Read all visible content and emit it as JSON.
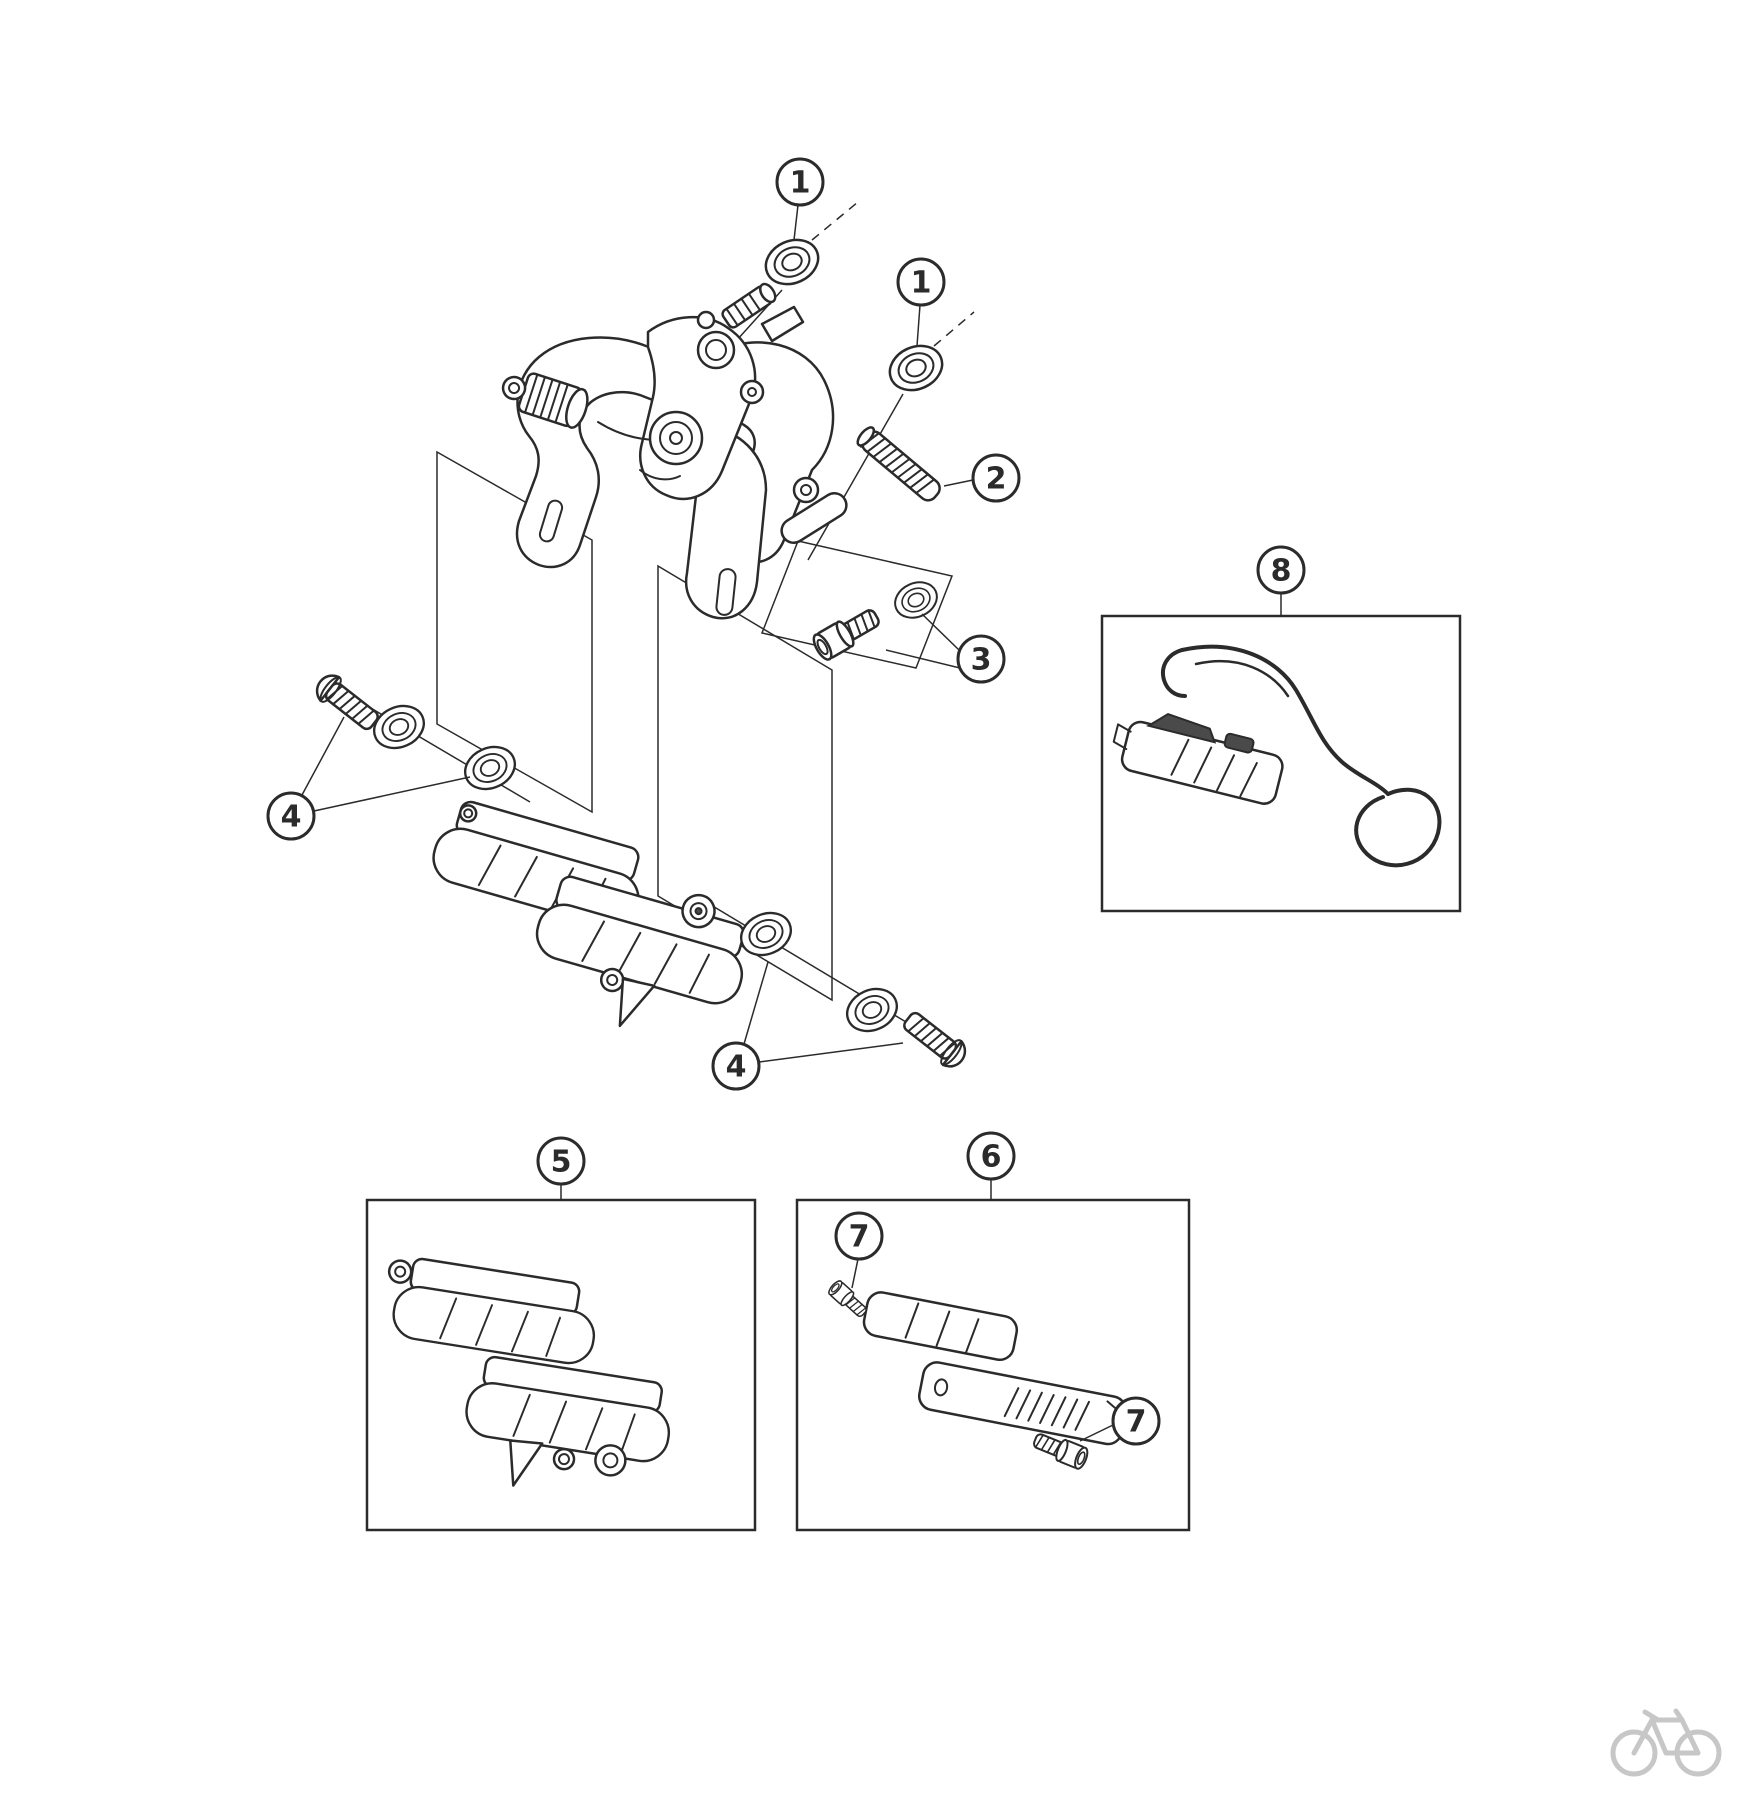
{
  "diagram": {
    "callouts": {
      "c1a": "1",
      "c1b": "1",
      "c2": "2",
      "c3": "3",
      "c4a": "4",
      "c4b": "4",
      "c5": "5",
      "c6": "6",
      "c7a": "7",
      "c7b": "7",
      "c8": "8"
    },
    "colors": {
      "line": "#2b2b2b",
      "background": "#ffffff",
      "watermark": "#c7c7c7"
    }
  }
}
